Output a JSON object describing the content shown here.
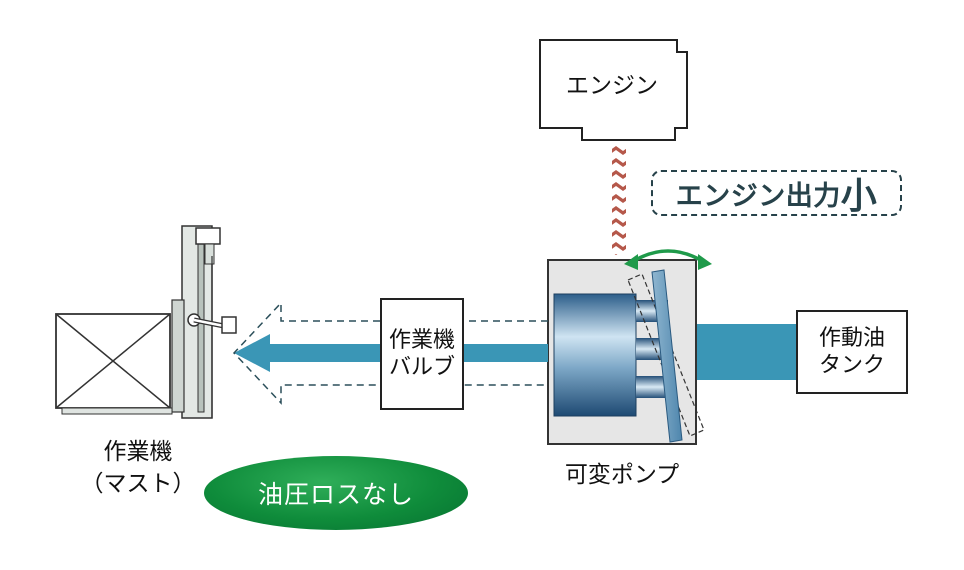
{
  "engine": {
    "label": "エンジン"
  },
  "engine_output": {
    "prefix": "エンジン出力",
    "emphasis": "小"
  },
  "pump": {
    "label": "可変ポンプ"
  },
  "valve": {
    "line1": "作業機",
    "line2": "バルブ"
  },
  "tank": {
    "line1": "作動油",
    "line2": "タンク"
  },
  "mast": {
    "line1": "作業機",
    "line2": "（マスト）"
  },
  "no_loss": {
    "label": "油圧ロスなし"
  },
  "colors": {
    "flow_blue": "#3a96b6",
    "engine_shaft": "#b5584a",
    "swash_arrow": "#1f9a4a",
    "no_loss_green": "#0f8c3b",
    "tag_border": "#27424a"
  }
}
